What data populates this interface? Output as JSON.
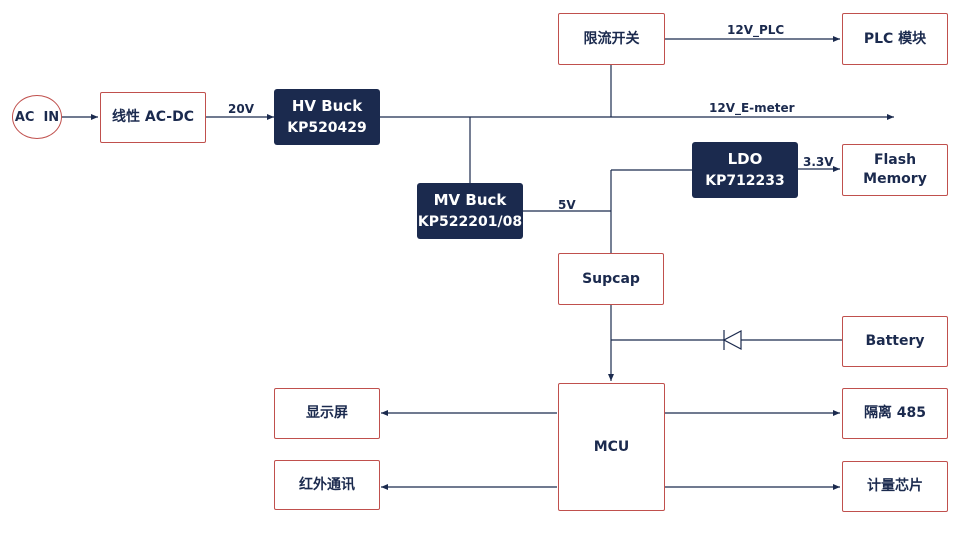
{
  "source": {
    "label": "AC  IN"
  },
  "blocks": {
    "acdc": "线性 AC-DC",
    "limit_switch": "限流开关",
    "plc": "PLC 模块",
    "flash_line1": "Flash",
    "flash_line2": "Memory",
    "supcap": "Supcap",
    "battery": "Battery",
    "mcu": "MCU",
    "display": "显示屏",
    "infrared": "红外通讯",
    "isolated485": "隔离 485",
    "metering": "计量芯片"
  },
  "chips": {
    "hv_buck": {
      "name": "HV Buck",
      "part": "KP520429"
    },
    "mv_buck": {
      "name": "MV Buck",
      "part": "KP522201/08"
    },
    "ldo": {
      "name": "LDO",
      "part": "KP712233"
    }
  },
  "rails": {
    "v20": "20V",
    "v12_plc": "12V_PLC",
    "v12_emeter": "12V_E-meter",
    "v5": "5V",
    "v3v3": "3.3V"
  },
  "colors": {
    "box_border": "#c0504d",
    "chip_fill": "#1b2a4e",
    "text": "#1b2a4e",
    "line": "#1b2a4e"
  }
}
